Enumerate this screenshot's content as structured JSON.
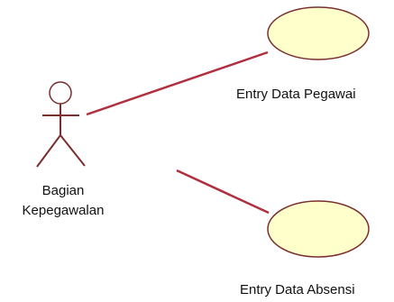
{
  "colors": {
    "usecase_fill": "#ffffcc",
    "usecase_stroke": "#7a2f2f",
    "association_line": "#b03040",
    "actor_stroke": "#7a2f2f"
  },
  "actor": {
    "icon": "stick-figure-actor-icon",
    "name_line1": "Bagian",
    "name_line2": "Kepegawalan"
  },
  "use_cases": [
    {
      "label": "Entry Data Pegawai"
    },
    {
      "label": "Entry Data Absensi"
    }
  ]
}
